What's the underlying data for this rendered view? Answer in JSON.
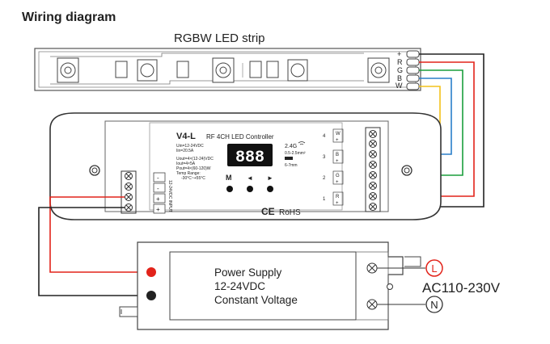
{
  "heading": "Wiring diagram",
  "strip": {
    "title": "RGBW LED strip",
    "pins": [
      "+",
      "R",
      "G",
      "B",
      "W"
    ]
  },
  "controller": {
    "model": "V4-L",
    "name": "RF 4CH LED Controller",
    "specs": [
      "Uin=12-24VDC",
      "Iin=20.5A",
      "Uout=4×(12-24)VDC",
      "Iout=4×5A",
      "Pout=4×(60-120)W",
      "Temp Range:",
      "-30°C~+55°C"
    ],
    "display": "888",
    "buttons": [
      "M",
      "◄",
      "►"
    ],
    "rf": "2.4G",
    "wire_spec": [
      "0.5-2.5mm²",
      "6-7mm"
    ],
    "cert": "RoHS",
    "input_label": "12-24VDC INPUT",
    "input_pins": [
      "-",
      "-",
      "+",
      "+"
    ],
    "channels": [
      {
        "num": "4",
        "labels": [
          "W",
          "+"
        ]
      },
      {
        "num": "3",
        "labels": [
          "B",
          "+"
        ]
      },
      {
        "num": "2",
        "labels": [
          "G",
          "+"
        ]
      },
      {
        "num": "1",
        "labels": [
          "R",
          "+"
        ]
      }
    ]
  },
  "psu": {
    "line1": "Power Supply",
    "line2": "12-24VDC",
    "line3": "Constant Voltage",
    "terminal_l": "L",
    "terminal_n": "N",
    "ac": "AC110-230V"
  },
  "colors": {
    "red": "#e2231a",
    "green": "#1a9e3c",
    "blue": "#2a7fc9",
    "yellow": "#f4c21b",
    "black": "#222222"
  }
}
